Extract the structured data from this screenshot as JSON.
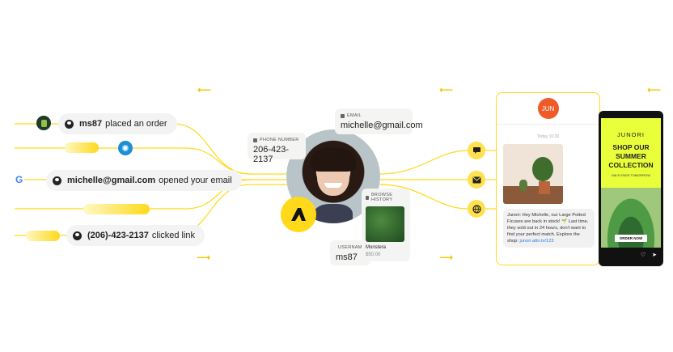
{
  "left_events": [
    {
      "bold": "ms87",
      "text": "placed an order"
    },
    {
      "bold": "michelle@gmail.com",
      "text": "opened your email"
    },
    {
      "bold": "(206)-423-2137",
      "text": "clicked link"
    }
  ],
  "profile": {
    "phone_label": "PHONE NUMBER",
    "phone_value": "206-423-2137",
    "email_label": "EMAIL",
    "email_value": "michelle@gmail.com",
    "username_label": "USERNAME",
    "username_value": "ms87",
    "browse_label": "BROWSE HISTORY",
    "product_name": "Monstera",
    "product_price": "$50.00"
  },
  "sms": {
    "avatar_text": "JUN",
    "timestamp": "Today 10:30",
    "message": "Junori: Hey Michelle, our Large Potted Ficuses are back in stock! 🌱 Last time, they sold out in 24 hours, don't want to find your perfect match. Explore the shop: ",
    "link": "junori.attn.tv/123"
  },
  "story": {
    "brand": "JUNORI",
    "headline": "SHOP OUR SUMMER COLLECTION",
    "subline": "SALE ENDS TOMORROW",
    "cta": "ORDER NOW"
  },
  "colors": {
    "accent": "#ffd91a",
    "brand_orange": "#f05a28",
    "lime": "#e8ff3a"
  }
}
